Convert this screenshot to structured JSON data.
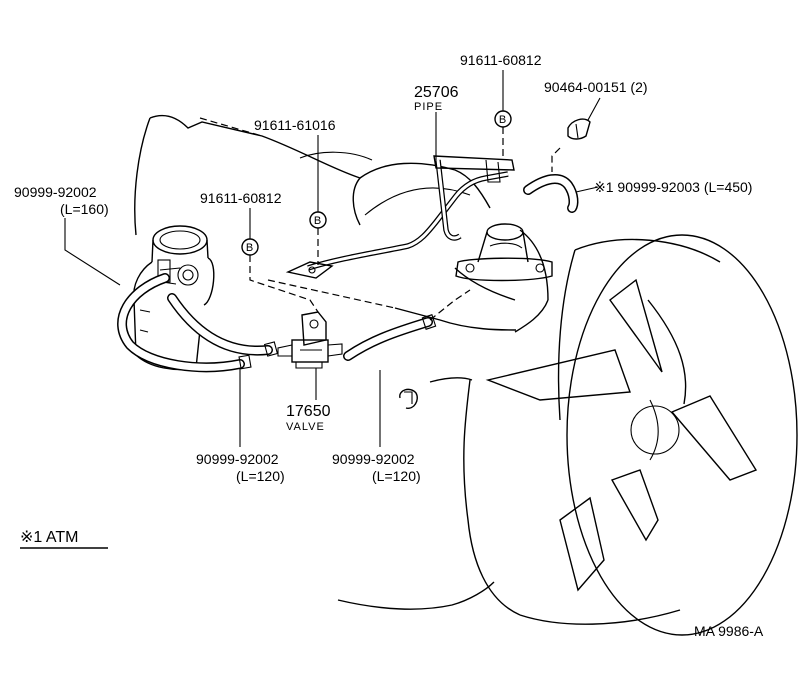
{
  "labels": {
    "hose_left_top": "90999-92002",
    "hose_left_top_len": "(L=160)",
    "bolt_center_top": "91611-61016",
    "bolt_left": "91611-60812",
    "pipe_part": "25706",
    "pipe_name": "PIPE",
    "bolt_right_top": "91611-60812",
    "clamp_part": "90464-00151 (2)",
    "hose_right": "※1 90999-92003 (L=450)",
    "valve_part": "17650",
    "valve_name": "VALVE",
    "hose_bottom_left": "90999-92002",
    "hose_bottom_left_len": "(L=120)",
    "hose_bottom_right": "90999-92002",
    "hose_bottom_right_len": "(L=120)",
    "footnote": "※1 ATM",
    "diagram_code": "MA  9986-A",
    "bolt_marker": "B"
  }
}
